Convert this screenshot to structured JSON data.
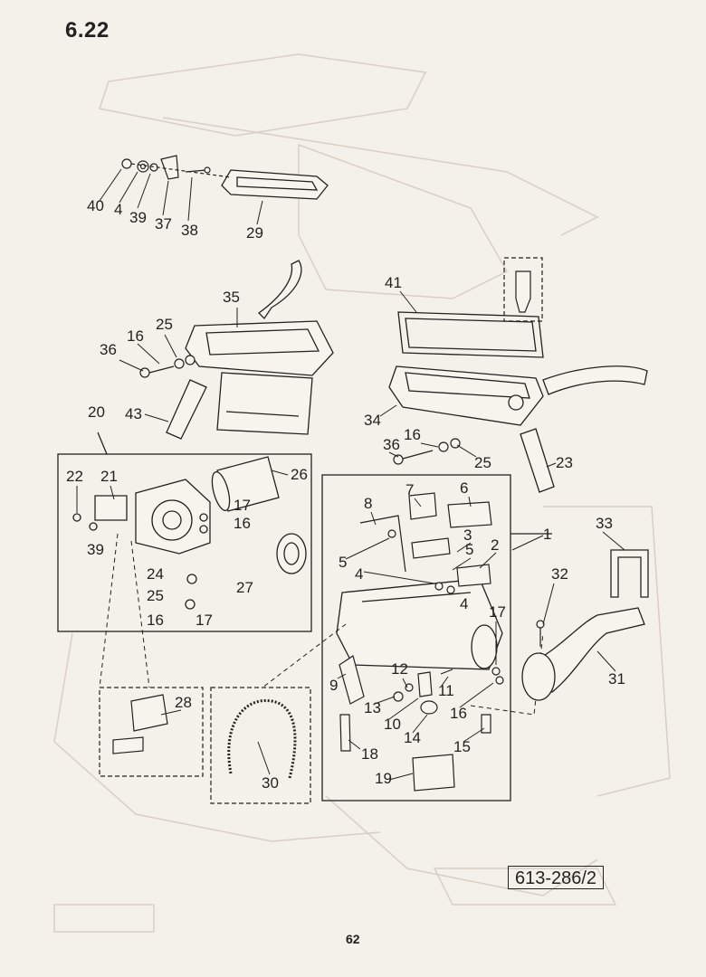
{
  "header": {
    "section": "6.22"
  },
  "footer": {
    "reference_code": "613-286/2",
    "page_number": "62"
  },
  "callouts": [
    "1",
    "2",
    "3",
    "4",
    "5",
    "6",
    "7",
    "8",
    "9",
    "10",
    "11",
    "12",
    "13",
    "14",
    "15",
    "16",
    "17",
    "18",
    "19",
    "20",
    "21",
    "22",
    "23",
    "24",
    "25",
    "26",
    "27",
    "28",
    "29",
    "30",
    "31",
    "32",
    "33",
    "34",
    "35",
    "36",
    "37",
    "38",
    "39",
    "40",
    "41",
    "43"
  ]
}
